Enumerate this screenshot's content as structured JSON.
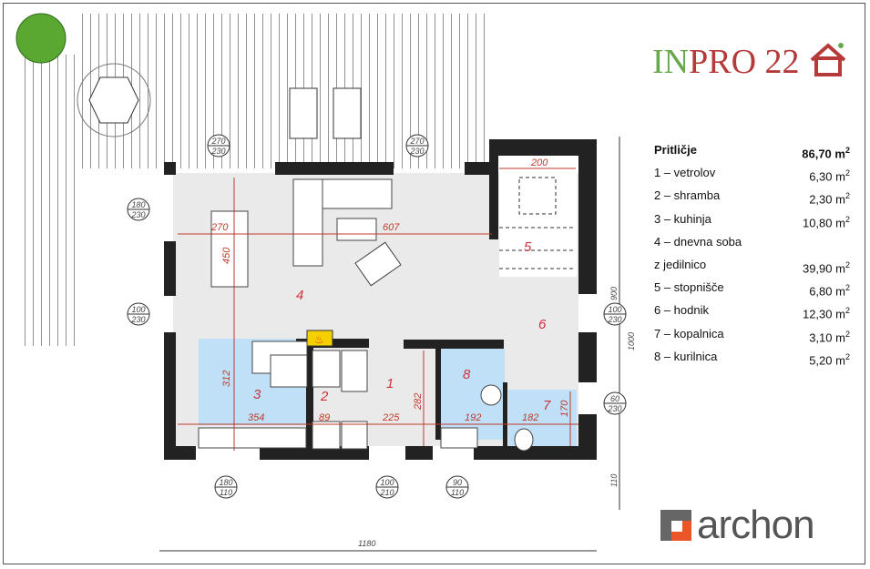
{
  "logo": {
    "brand_green": "IN",
    "brand_red": "PRO 22",
    "colors": {
      "green": "#6aa84f",
      "red": "#b73a3a"
    }
  },
  "archon_logo": {
    "text": "archon",
    "accent": "#e8562a"
  },
  "legend": {
    "title": "Pritličje",
    "total": "86,70",
    "unit": "m",
    "unit_sup": "2",
    "rooms": [
      {
        "label": "1 – vetrolov",
        "area": "6,30"
      },
      {
        "label": "2 – shramba",
        "area": "2,30"
      },
      {
        "label": "3 – kuhinja",
        "area": "10,80"
      },
      {
        "label": "4 – dnevna soba",
        "area": ""
      },
      {
        "label": "z jedilnico",
        "area": "39,90"
      },
      {
        "label": "5 – stopnišče",
        "area": "6,80"
      },
      {
        "label": "6 – hodnik",
        "area": "12,30"
      },
      {
        "label": "7 – kopalnica",
        "area": "3,10"
      },
      {
        "label": "8 – kurilnica",
        "area": "5,20"
      }
    ]
  },
  "plan": {
    "room_numbers": [
      "1",
      "2",
      "3",
      "4",
      "5",
      "6",
      "7",
      "8"
    ],
    "dimensions": {
      "d270": "270",
      "d607": "607",
      "d450": "450",
      "d200": "200",
      "d312": "312",
      "d354": "354",
      "d89": "89",
      "d225": "225",
      "d282": "282",
      "d192": "192",
      "d182": "182",
      "d170": "170",
      "d900": "900",
      "d1000": "1000",
      "d110": "110",
      "d1180": "1180"
    },
    "windows": [
      {
        "w": "270",
        "h": "230"
      },
      {
        "w": "270",
        "h": "230"
      },
      {
        "w": "180",
        "h": "230"
      },
      {
        "w": "100",
        "h": "230"
      },
      {
        "w": "100",
        "h": "230"
      },
      {
        "w": "60",
        "h": "230"
      },
      {
        "w": "180",
        "h": "110"
      },
      {
        "w": "100",
        "h": "210"
      },
      {
        "w": "90",
        "h": "110"
      }
    ]
  }
}
